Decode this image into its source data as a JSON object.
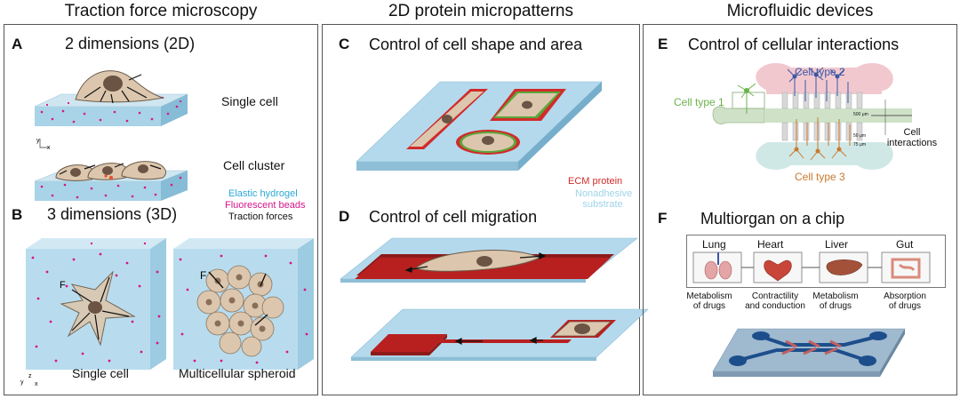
{
  "columns": {
    "left": "Traction force microscopy",
    "middle": "2D protein micropatterns",
    "right": "Microfluidic devices"
  },
  "panel_a": {
    "label": "A",
    "title": "2 dimensions (2D)",
    "single": "Single cell",
    "cluster": "Cell cluster",
    "axis_y": "y",
    "axis_x": "x"
  },
  "legend_left": {
    "hydrogel": "Elastic hydrogel",
    "beads": "Fluorescent beads",
    "forces": "Traction forces"
  },
  "panel_b": {
    "label": "B",
    "title": "3 dimensions (3D)",
    "single": "Single cell",
    "spheroid": "Multicellular spheroid",
    "force1": "F",
    "force2": "F",
    "axis_y": "y",
    "axis_z": "z",
    "axis_x": "x"
  },
  "panel_c": {
    "label": "C",
    "title": "Control of cell shape and area",
    "ecm": "ECM protein",
    "nonadhesive": "Nonadhesive substrate"
  },
  "panel_d": {
    "label": "D",
    "title": "Control of cell migration"
  },
  "panel_e": {
    "label": "E",
    "title": "Control of cellular interactions",
    "type1": "Cell type 1",
    "type2": "Cell type 2",
    "type3": "Cell type 3",
    "interactions": "Cell interactions",
    "m500": "500 μm",
    "m50": "50 μm",
    "m75": "75 μm"
  },
  "panel_f": {
    "label": "F",
    "title": "Multiorgan on a chip",
    "organs": [
      "Lung",
      "Heart",
      "Liver",
      "Gut"
    ],
    "captions": [
      [
        "Metabolism",
        "of drugs"
      ],
      [
        "Contractility",
        "and conduction"
      ],
      [
        "Metabolism",
        "of drugs"
      ],
      [
        "Absorption",
        "of drugs"
      ]
    ]
  },
  "colors": {
    "hydrogel": "#2aa9d6",
    "beads": "#d6158a",
    "ecm": "#d12b2b",
    "nonadhesive": "#9fd3ea",
    "cell_type1": "#6bb24a",
    "cell_type2": "#3a57a6",
    "cell_type3": "#c9792f"
  }
}
